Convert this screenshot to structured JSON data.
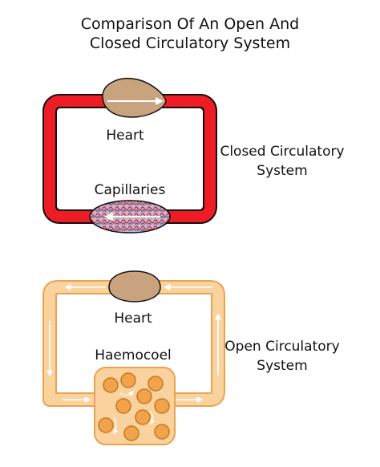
{
  "title_lines": [
    "Comparison Of An Open And",
    "Closed Circulatory System"
  ],
  "closed_system": {
    "heart_label": "Heart",
    "capillaries_label": "Capillaries",
    "system_label_lines": [
      "Closed Circulatory",
      "System"
    ],
    "colors": {
      "vessel": "#ee1c24",
      "vessel_outline": "#111111",
      "heart": "#c8a37e",
      "capillary_bed": "#3b67b5"
    }
  },
  "open_system": {
    "heart_label": "Heart",
    "haemocoel_label": "Haemocoel",
    "system_label_lines": [
      "Open Circulatory",
      "System"
    ],
    "colors": {
      "vessel": "#f9d29e",
      "vessel_outline": "#e8a350",
      "heart": "#c8a37e",
      "cells": "#f2a24a"
    }
  }
}
